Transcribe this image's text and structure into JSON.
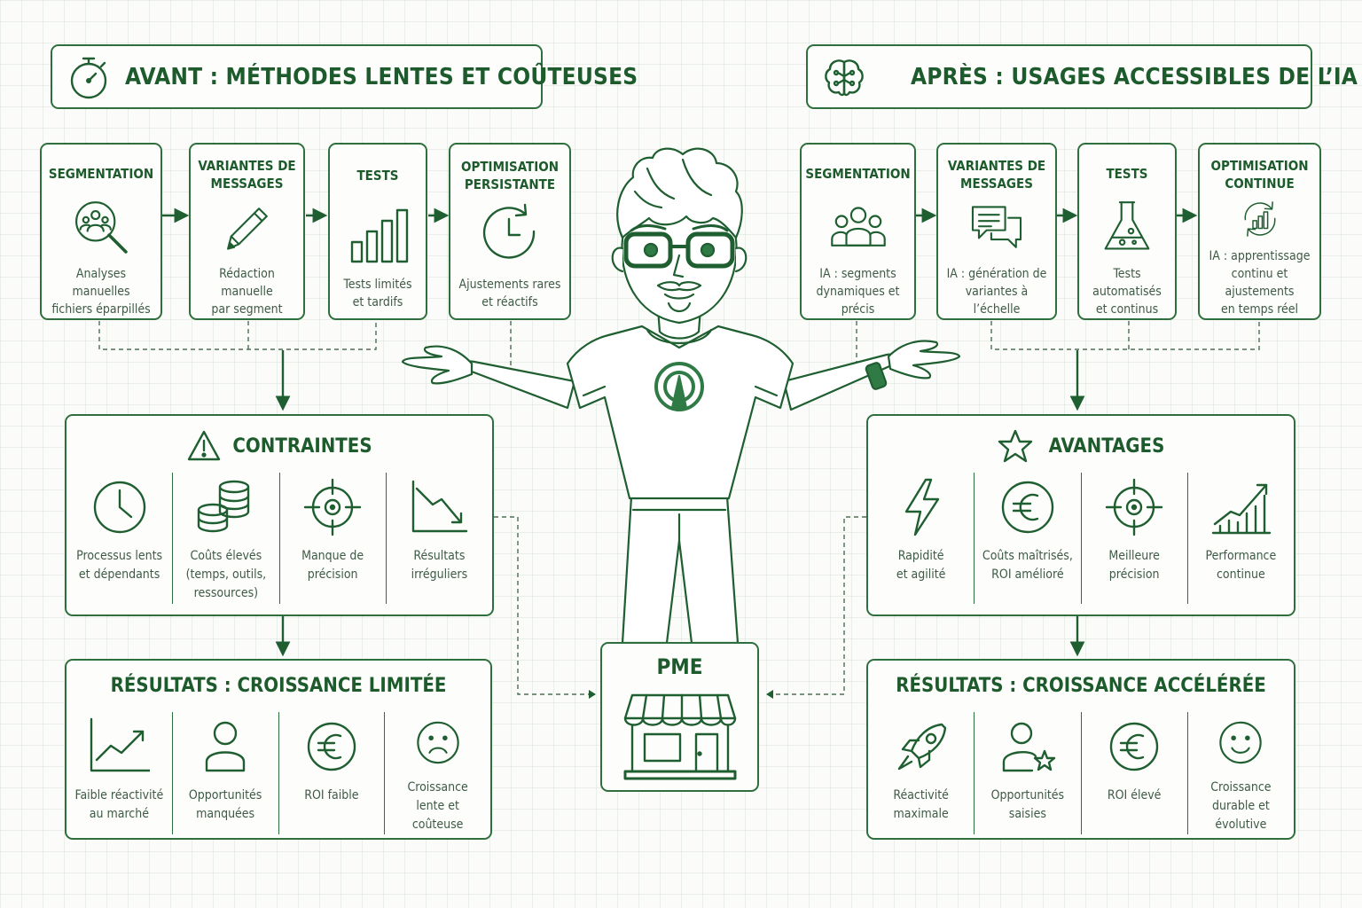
{
  "before": {
    "header": "AVANT : MÉTHODES LENTES ET COÛTEUSES",
    "header_icon": "stopwatch-icon",
    "steps": [
      {
        "title": "SEGMENTATION",
        "desc": "Analyses manuelles\nfichiers éparpillés",
        "icon": "magnifier-people-icon"
      },
      {
        "title": "VARIANTES DE\nMESSAGES",
        "desc": "Rédaction manuelle\npar segment",
        "icon": "pencil-icon"
      },
      {
        "title": "TESTS",
        "desc": "Tests limités\net tardifs",
        "icon": "bar-chart-icon"
      },
      {
        "title": "OPTIMISATION\nPERSISTANTE",
        "desc": "Ajustements rares\net réactifs",
        "icon": "clock-refresh-icon"
      }
    ],
    "constraints": {
      "title": "CONTRAINTES",
      "icon": "warning-icon",
      "items": [
        {
          "label": "Processus lents\net dépendants",
          "icon": "clock-icon"
        },
        {
          "label": "Coûts élevés\n(temps, outils,\nressources)",
          "icon": "coins-icon"
        },
        {
          "label": "Manque de\nprécision",
          "icon": "crosshair-icon"
        },
        {
          "label": "Résultats\nirréguliers",
          "icon": "declining-chart-icon"
        }
      ]
    },
    "results": {
      "title": "RÉSULTATS : CROISSANCE LIMITÉE",
      "items": [
        {
          "label": "Faible réactivité\nau marché",
          "icon": "weak-trend-icon"
        },
        {
          "label": "Opportunités\nmanquées",
          "icon": "person-icon"
        },
        {
          "label": "ROI faible",
          "icon": "euro-icon"
        },
        {
          "label": "Croissance\nlente et\ncoûteuse",
          "icon": "sad-face-icon"
        }
      ]
    }
  },
  "after": {
    "header": "APRÈS : USAGES ACCESSIBLES DE L’IA",
    "header_icon": "ai-brain-icon",
    "steps": [
      {
        "title": "SEGMENTATION",
        "desc": "IA : segments\ndynamiques et\nprécis",
        "icon": "group-icon"
      },
      {
        "title": "VARIANTES DE\nMESSAGES",
        "desc": "IA : génération de\nvariantes à l’échelle",
        "icon": "chat-bubbles-icon"
      },
      {
        "title": "TESTS",
        "desc": "Tests automatisés\net continus",
        "icon": "flask-icon"
      },
      {
        "title": "OPTIMISATION\nCONTINUE",
        "desc": "IA : apprentissage\ncontinu et ajustements\nen temps réel",
        "icon": "cycle-chart-icon"
      }
    ],
    "advantages": {
      "title": "AVANTAGES",
      "icon": "star-icon",
      "items": [
        {
          "label": "Rapidité\net agilité",
          "icon": "lightning-icon"
        },
        {
          "label": "Coûts maîtrisés,\nROI amélioré",
          "icon": "euro-icon"
        },
        {
          "label": "Meilleure\nprécision",
          "icon": "crosshair-icon"
        },
        {
          "label": "Performance\ncontinue",
          "icon": "growth-chart-icon"
        }
      ]
    },
    "results": {
      "title": "RÉSULTATS : CROISSANCE ACCÉLÉRÉE",
      "items": [
        {
          "label": "Réactivité\nmaximale",
          "icon": "rocket-icon"
        },
        {
          "label": "Opportunités\nsaisies",
          "icon": "person-star-icon"
        },
        {
          "label": "ROI élevé",
          "icon": "euro-icon"
        },
        {
          "label": "Croissance\ndurable et\névolutive",
          "icon": "smile-face-icon"
        }
      ]
    }
  },
  "center": {
    "pme_label": "PME",
    "pme_icon": "storefront-icon",
    "character_icon": "presenter-character-icon"
  },
  "colors": {
    "primary": "#1f5e30",
    "accent": "#2f7a45",
    "background": "#fbfcfa"
  }
}
